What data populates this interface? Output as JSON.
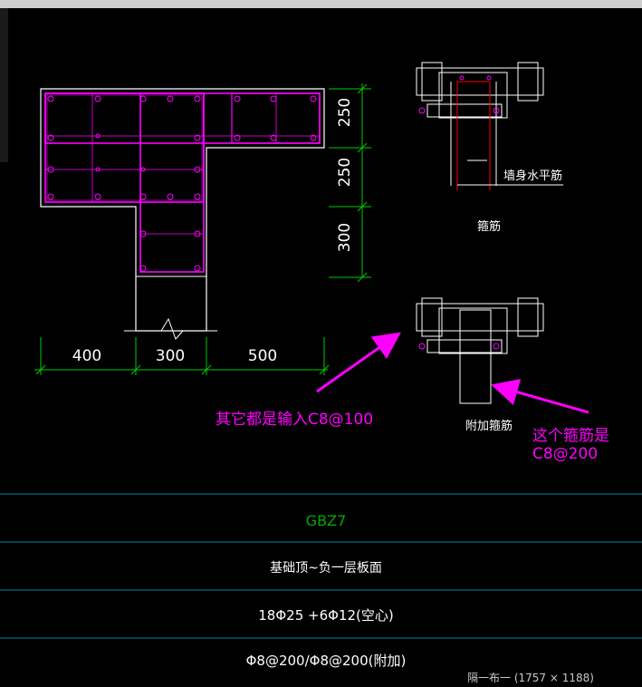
{
  "colors": {
    "background": "#000000",
    "outline": "#ffffff",
    "rebar": "#ff00ff",
    "dimension": "#00cc00",
    "annotation": "#ff00ff",
    "table_line": "#0088aa",
    "code": "#00aa00"
  },
  "dimensions": {
    "vertical": [
      "250",
      "250",
      "300"
    ],
    "horizontal": [
      "400",
      "300",
      "500"
    ]
  },
  "labels": {
    "wall_rebar": "墙身水平筋",
    "stirrup": "箍筋",
    "extra_stirrup": "附加箍筋"
  },
  "annotations": {
    "left": "其它都是输入C8@100",
    "right_line1": "这个箍筋是",
    "right_line2": "C8@200"
  },
  "table": {
    "code": "GBZ7",
    "elevation": "基础顶~负一层板面",
    "longitudinal": "18Φ25 +6Φ12(空心)",
    "stirrup": "Φ8@200/Φ8@200(附加)"
  },
  "status": {
    "text": "隔一布一 (1757 × 1188)"
  }
}
